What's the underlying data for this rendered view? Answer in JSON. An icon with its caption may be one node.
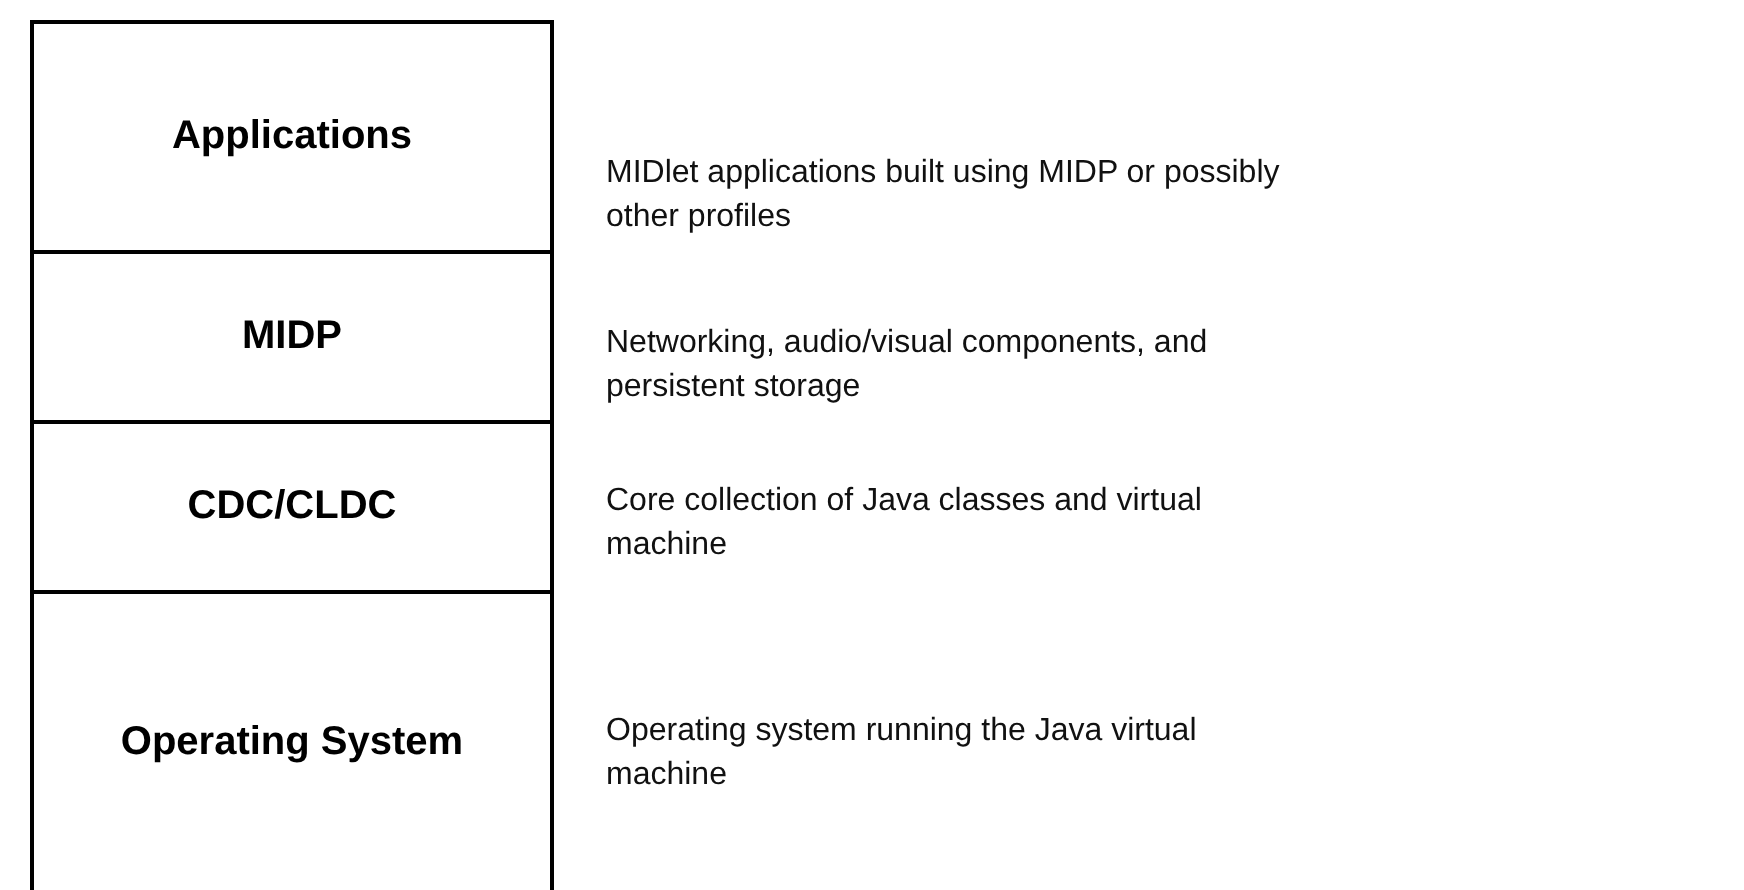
{
  "diagram": {
    "nodes": [
      {
        "text": [
          "Applications"
        ],
        "beside": [
          "MIDlet applications built using MIDP or possibly other profiles"
        ]
      },
      {
        "text": [
          "MIDP"
        ],
        "beside": [
          "Networking, audio/visual components, and persistent storage"
        ]
      },
      {
        "text": [
          "CDC/CLDC"
        ],
        "beside": [
          "Core collection of Java classes and virtual machine"
        ]
      },
      {
        "text": [
          "Operating System"
        ],
        "beside": [
          "Operating system running the Java virtual machine"
        ]
      }
    ],
    "edges": []
  }
}
